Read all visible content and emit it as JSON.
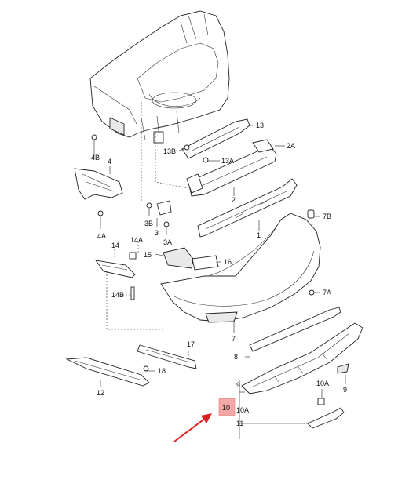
{
  "labels": {
    "l13": "13",
    "l2A": "2A",
    "l13B": "13B",
    "l13A": "13A",
    "l2": "2",
    "l1": "1",
    "l4B": "4B",
    "l4": "4",
    "l4A": "4A",
    "l3B": "3B",
    "l3": "3",
    "l3A": "3A",
    "l7B": "7B",
    "l7A": "7A",
    "l14A": "14A",
    "l14": "14",
    "l15": "15",
    "l16": "16",
    "l14B": "14B",
    "l7": "7",
    "l8": "8",
    "l17": "17",
    "l18": "18",
    "l9a": "9",
    "l9b": "9",
    "l10A_top": "10A",
    "l10": "10",
    "l10A": "10A",
    "l11": "11",
    "l12": "12"
  },
  "colors": {
    "highlight": "#f4a7a7",
    "arrow": "#e02020",
    "line": "#222222"
  }
}
